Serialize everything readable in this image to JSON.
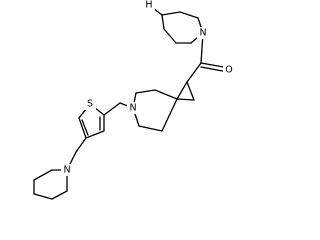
{
  "molecule": {
    "atom_labels": {
      "nh": "H",
      "n_pip_top": "N",
      "o": "O",
      "n_spiro": "N",
      "s": "S",
      "n_pip_bot": "N"
    },
    "colors": {
      "bond": "#000000",
      "label": "#000000",
      "background": "#ffffff"
    }
  }
}
